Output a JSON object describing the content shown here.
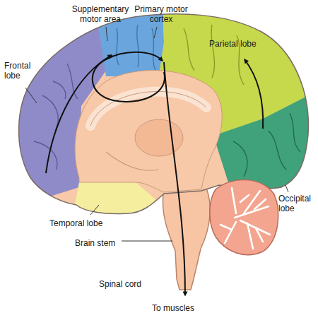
{
  "diagram": {
    "labels": [
      "Supplementary motor area",
      "Primary motor cortex",
      "Parietal lobe",
      "Frontal lobe",
      "Occipital lobe",
      "Temporal lobe",
      "Brain stem",
      "Spinal cord",
      "To muscles"
    ]
  }
}
